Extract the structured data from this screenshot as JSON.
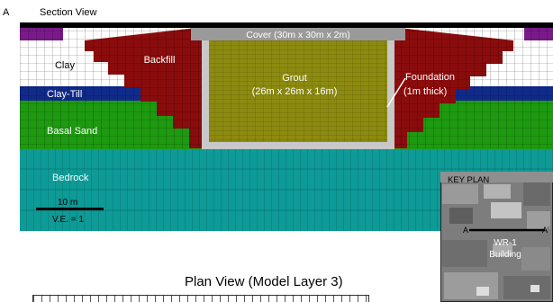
{
  "header": {
    "panel_letter": "A",
    "title": "Section View"
  },
  "section": {
    "labels": {
      "cover": "Cover (30m x 30m x 2m)",
      "backfill": "Backfill",
      "clay": "Clay",
      "clay_till": "Clay-Till",
      "basal_sand": "Basal Sand",
      "bedrock": "Bedrock",
      "grout_line1": "Grout",
      "grout_line2": "(26m x 26m x 16m)",
      "foundation_line1": "Foundation",
      "foundation_line2": "(1m thick)"
    },
    "scale": {
      "length": "10 m",
      "vertical_exaggeration": "V.E. = 1"
    }
  },
  "key_plan": {
    "title": "KEY PLAN",
    "label_a": "A",
    "label_a_prime": "A'",
    "building_line1": "WR-1",
    "building_line2": "Building"
  },
  "plan": {
    "title": "Plan View (Model Layer 3)"
  },
  "colors": {
    "bedrock": "#0e9a96",
    "basal_sand": "#1e9a10",
    "clay_till": "#102a8a",
    "clay": "#ffffff",
    "backfill": "#8a0c0c",
    "grout": "#8c8a10",
    "cover": "#9a9a9a",
    "top_soil": "#7a1a8a",
    "foundation": "#c8c8c8"
  }
}
